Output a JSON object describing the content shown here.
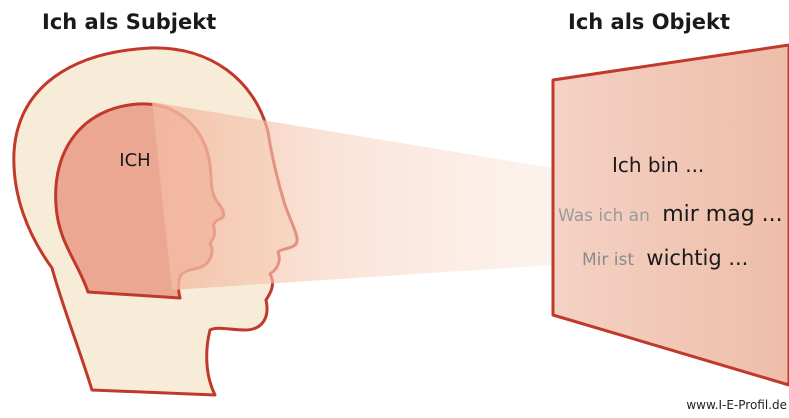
{
  "headings": {
    "subject": "Ich als Subjekt",
    "object": "Ich als Objekt"
  },
  "inner_label": "ICH",
  "screen_lines": {
    "line1": "Ich bin ...",
    "line2_faded": "Was ich an",
    "line2_bold": "mir mag ...",
    "line3_faded": "Mir ist",
    "line3_bold": "wichtig ..."
  },
  "footer": "www.I-E-Profil.de",
  "colors": {
    "outline": "#c0392b",
    "head_fill": "#f7ecd8",
    "inner_fill": "#eba792",
    "screen_fill": "#f2c8b8",
    "beam_fill": "#f6cdb8",
    "text": "#1a1a1a"
  }
}
